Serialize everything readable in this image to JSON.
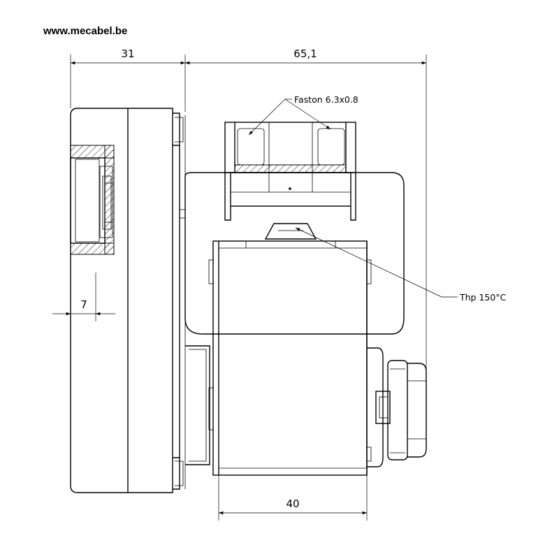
{
  "header": {
    "website": "www.mecabel.be"
  },
  "dimensions": {
    "width_left": "31",
    "width_total": "65,1",
    "offset": "7",
    "width_bottom": "40"
  },
  "callouts": {
    "faston": "Faston 6.3x0.8",
    "thermal_protector": "Thp 150°C"
  }
}
